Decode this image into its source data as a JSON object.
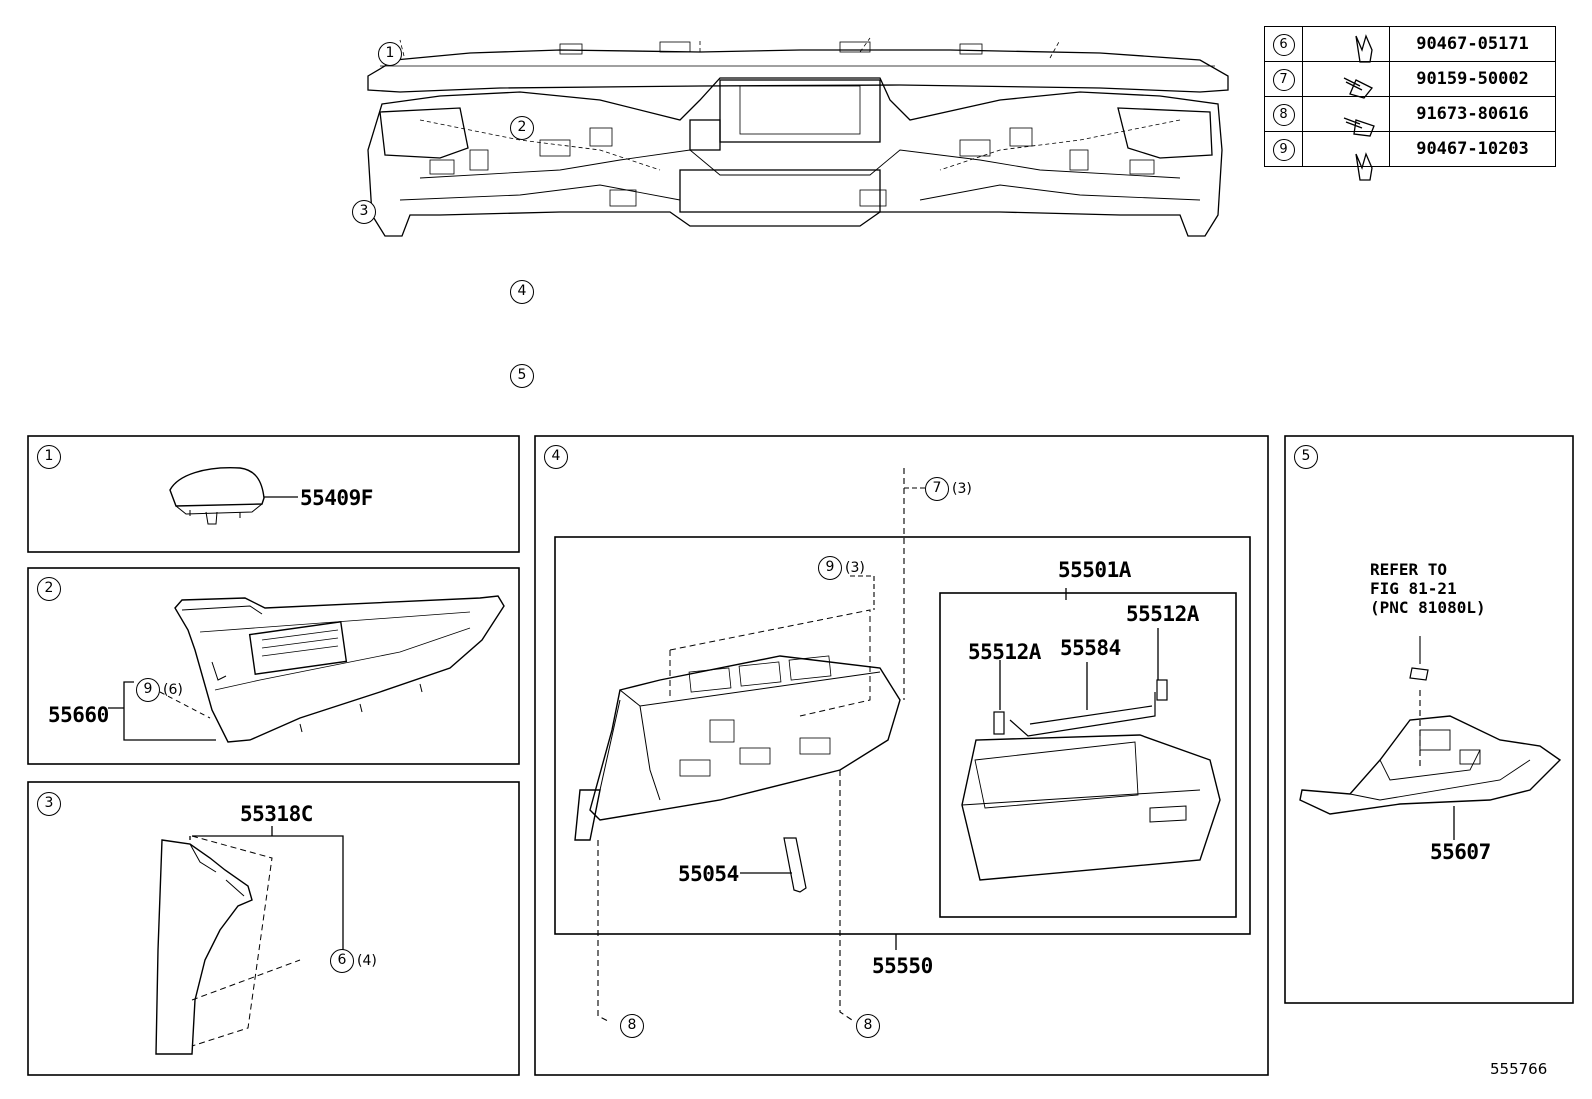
{
  "fastener_table": [
    {
      "ref": "6",
      "icon": "clip-icon",
      "part": "90467-05171"
    },
    {
      "ref": "7",
      "icon": "screw-icon",
      "part": "90159-50002"
    },
    {
      "ref": "8",
      "icon": "bolt-icon",
      "part": "91673-80616"
    },
    {
      "ref": "9",
      "icon": "clip-icon",
      "part": "90467-10203"
    }
  ],
  "overview_refs": [
    "1",
    "2",
    "3",
    "4",
    "5"
  ],
  "panels": {
    "p1": {
      "ref": "1",
      "part": "55409F"
    },
    "p2": {
      "ref": "2",
      "part": "55660",
      "fastener_ref": "9",
      "fastener_qty": "(6)"
    },
    "p3": {
      "ref": "3",
      "part": "55318C",
      "fastener_ref": "6",
      "fastener_qty": "(4)"
    },
    "p4": {
      "ref": "4",
      "parts": {
        "glovebox_assy": "55550",
        "door": "55501A",
        "bumper_left": "55512A",
        "bumper_right": "55512A",
        "stopper": "55584",
        "damper": "55054"
      },
      "fastener_top": {
        "ref": "7",
        "qty": "(3)"
      },
      "fastener_clip": {
        "ref": "9",
        "qty": "(3)"
      },
      "fastener_bolt_a": {
        "ref": "8"
      },
      "fastener_bolt_b": {
        "ref": "8"
      }
    },
    "p5": {
      "ref": "5",
      "part": "55607",
      "note": "REFER TO\nFIG 81-21\n(PNC 81080L)"
    }
  },
  "image_number": "555766"
}
